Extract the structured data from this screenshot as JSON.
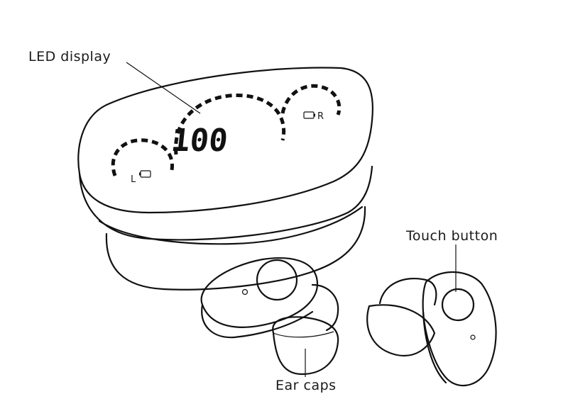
{
  "labels": {
    "led_display": "LED display",
    "touch_button": "Touch button",
    "ear_caps": "Ear caps"
  },
  "display": {
    "main_value": "100",
    "left_indicator": "L",
    "right_indicator": "R"
  }
}
